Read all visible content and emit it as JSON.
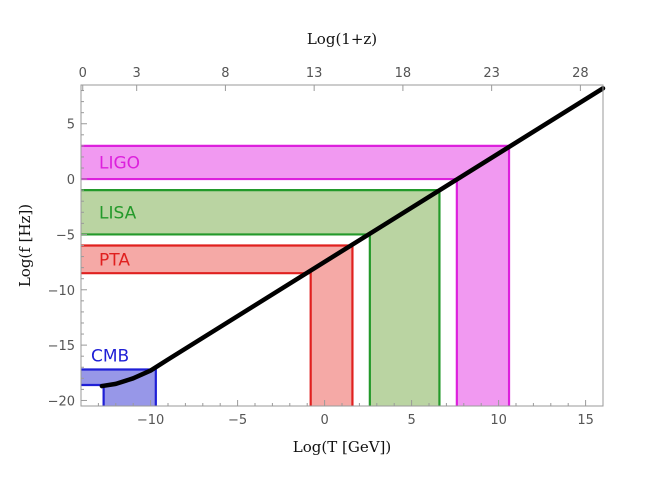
{
  "chart_data": {
    "type": "area",
    "xlabel": "Log(T [GeV])",
    "ylabel": "Log(f [Hz])",
    "top_xlabel": "Log(1+z)",
    "xlim": [
      -14,
      16
    ],
    "ylim": [
      -20.5,
      8.5
    ],
    "x_ticks": [
      -10,
      -5,
      0,
      5,
      10,
      15
    ],
    "x_tick_labels": [
      "−10",
      "−5",
      "0",
      "5",
      "10",
      "15"
    ],
    "y_ticks": [
      -20,
      -15,
      -10,
      -5,
      0,
      5
    ],
    "y_tick_labels": [
      "−20",
      "−15",
      "−10",
      "−5",
      "0",
      "5"
    ],
    "top_ticks": [
      {
        "label": "0",
        "x": -13.9
      },
      {
        "label": "3",
        "x": -10.8
      },
      {
        "label": "8",
        "x": -5.7
      },
      {
        "label": "13",
        "x": -0.6
      },
      {
        "label": "18",
        "x": 4.5
      },
      {
        "label": "23",
        "x": 9.6
      },
      {
        "label": "28",
        "x": 14.7
      }
    ],
    "curve": {
      "color": "#000000",
      "x": [
        -12.8,
        -12.0,
        -11.0,
        -10.0,
        -9.0,
        16.0
      ],
      "y": [
        -18.7,
        -18.5,
        -18.0,
        -17.3,
        -16.3,
        8.2
      ]
    },
    "bands": [
      {
        "name": "CMB",
        "color": "#1f1fd6",
        "fill": "#8c8ce6",
        "f_low": -18.6,
        "f_high": -17.2,
        "T_low": -12.7,
        "T_high": -9.7
      },
      {
        "name": "PTA",
        "color": "#e0201f",
        "fill": "#f4a09c",
        "f_low": -8.5,
        "f_high": -6.0,
        "T_low": -0.8,
        "T_high": 1.6
      },
      {
        "name": "LISA",
        "color": "#23992a",
        "fill": "#b3cf98",
        "f_low": -5.0,
        "f_high": -1.0,
        "T_low": 2.6,
        "T_high": 6.6
      },
      {
        "name": "LIGO",
        "color": "#dd20dd",
        "fill": "#f08ef0",
        "f_low": 0.0,
        "f_high": 3.0,
        "T_low": 7.6,
        "T_high": 10.6
      }
    ],
    "grid": false,
    "legend": "none"
  }
}
